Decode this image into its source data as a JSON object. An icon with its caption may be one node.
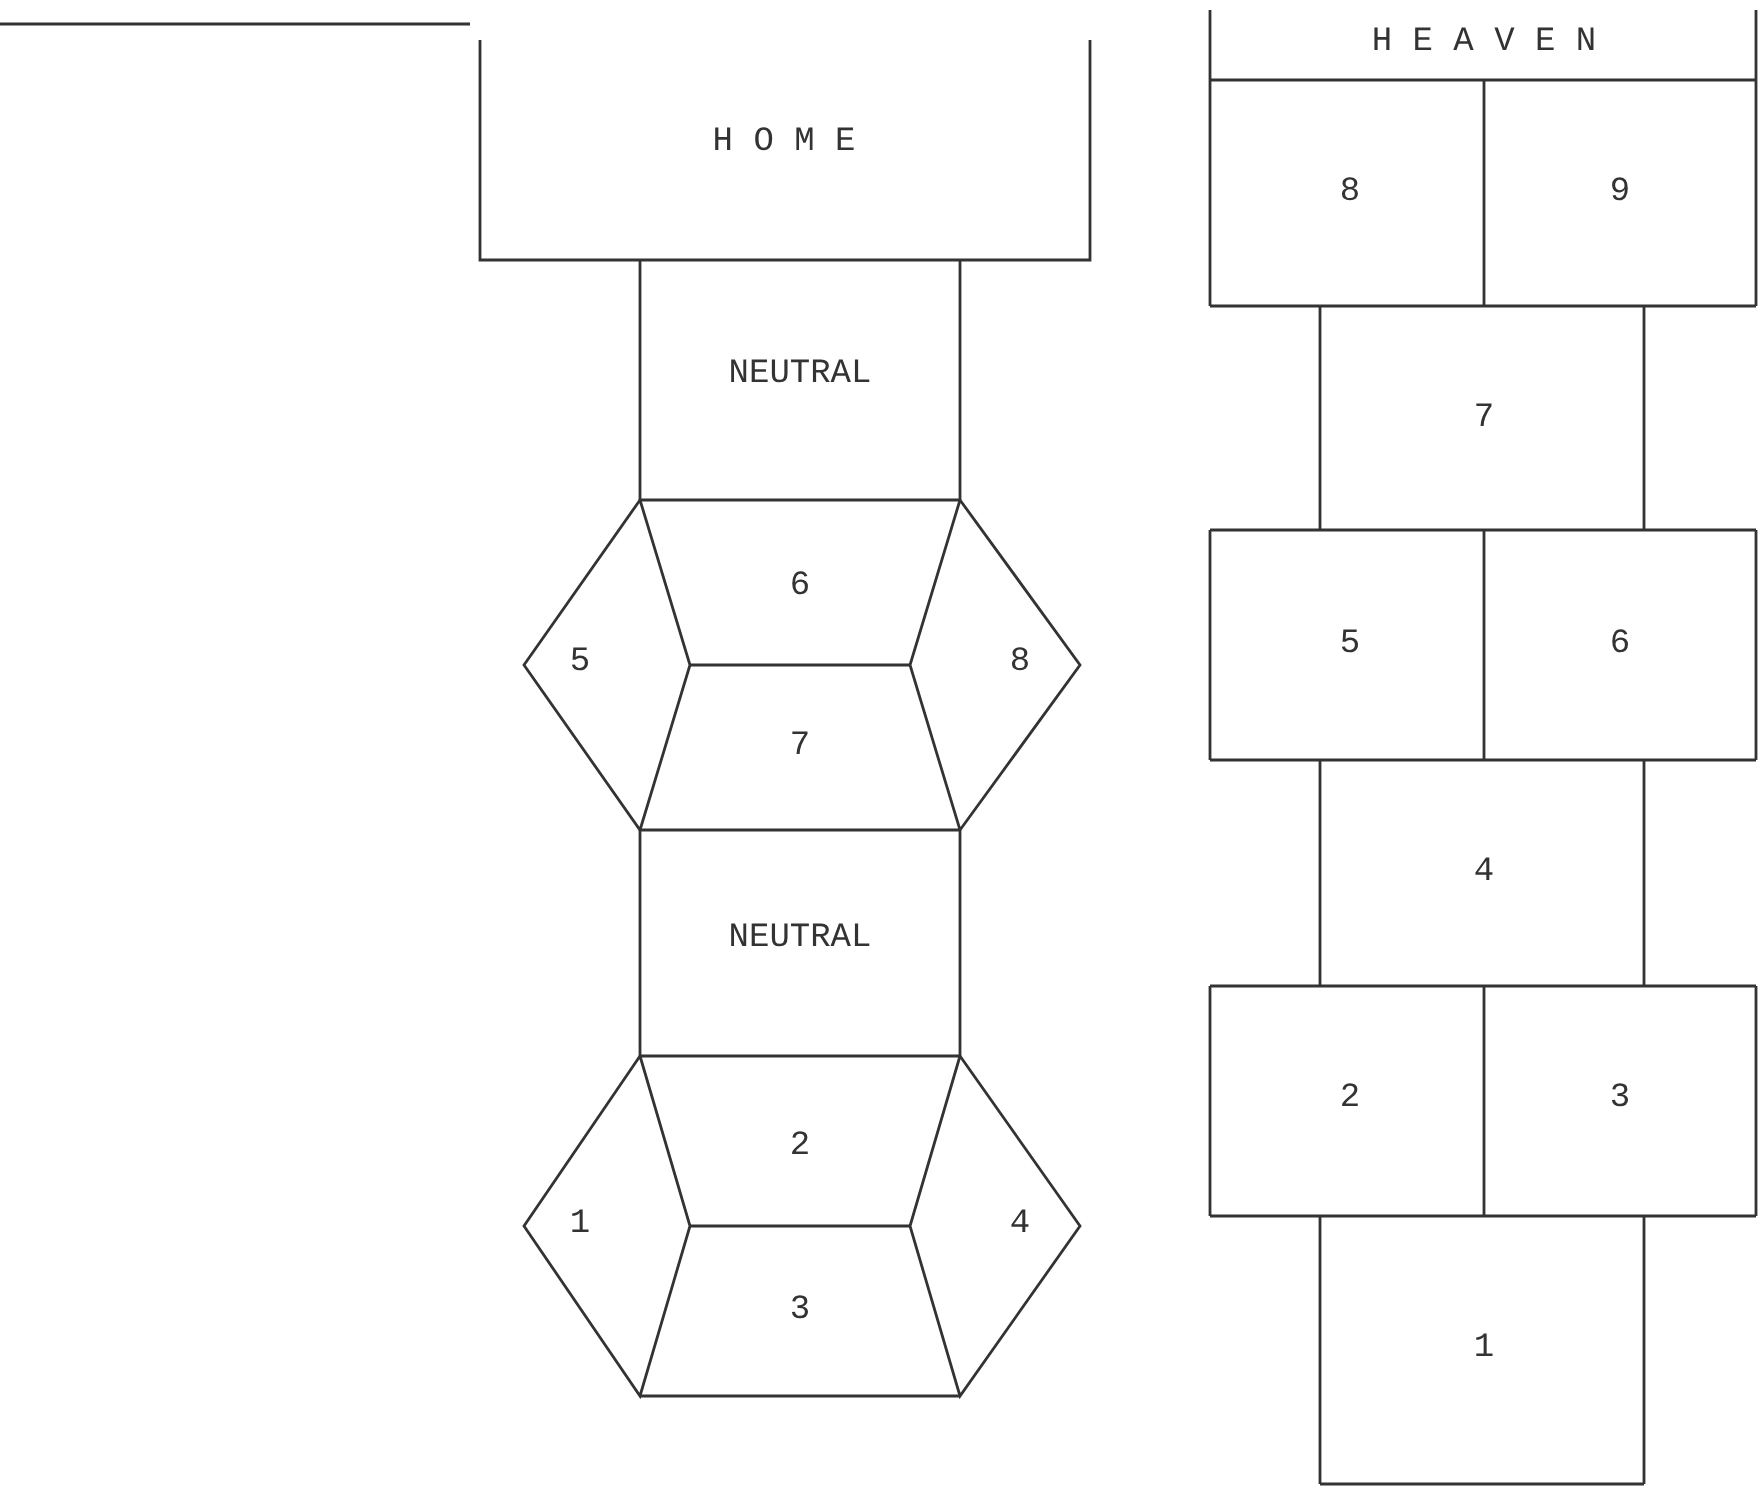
{
  "diagram": {
    "nodes": [
      {
        "text": [
          "HOME"
        ]
      },
      {
        "text": [
          "NEUTRAL"
        ]
      },
      {
        "text": [
          "6"
        ]
      },
      {
        "text": [
          "5"
        ]
      },
      {
        "text": [
          "8"
        ]
      },
      {
        "text": [
          "7"
        ]
      },
      {
        "text": [
          "NEUTRAL"
        ]
      },
      {
        "text": [
          "2"
        ]
      },
      {
        "text": [
          "1"
        ]
      },
      {
        "text": [
          "4"
        ]
      },
      {
        "text": [
          "3"
        ]
      },
      {
        "text": [
          "HEAVEN"
        ]
      },
      {
        "text": [
          "8"
        ]
      },
      {
        "text": [
          "9"
        ]
      },
      {
        "text": [
          "7"
        ]
      },
      {
        "text": [
          "5"
        ]
      },
      {
        "text": [
          "6"
        ]
      },
      {
        "text": [
          "4"
        ]
      },
      {
        "text": [
          "2"
        ]
      },
      {
        "text": [
          "3"
        ]
      },
      {
        "text": [
          "1"
        ]
      }
    ]
  }
}
